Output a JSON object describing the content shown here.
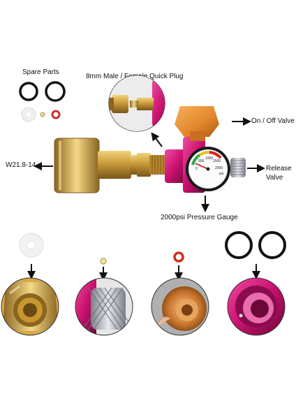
{
  "labels": {
    "spare_parts": "Spare Parts",
    "quick_plug": "8mm Male / Female Quick Plug",
    "on_off_valve": "On / Off Valve",
    "thread": "W21.8-14",
    "release_valve_line1": "Release",
    "release_valve_line2": "Valve",
    "pressure_gauge": "2000psi Pressure Gauge"
  },
  "gauge": {
    "tick_0": "0",
    "tick_500": "500",
    "tick_1000": "1000",
    "tick_1500": "1500",
    "tick_2000": "2000",
    "unit": "psi"
  },
  "colors": {
    "brass": "#c89a3a",
    "brass_dark": "#8a6420",
    "magenta": "#c8106e",
    "orange": "#e0862a",
    "silver": "#b8bcc2",
    "arrow": "#111111"
  }
}
